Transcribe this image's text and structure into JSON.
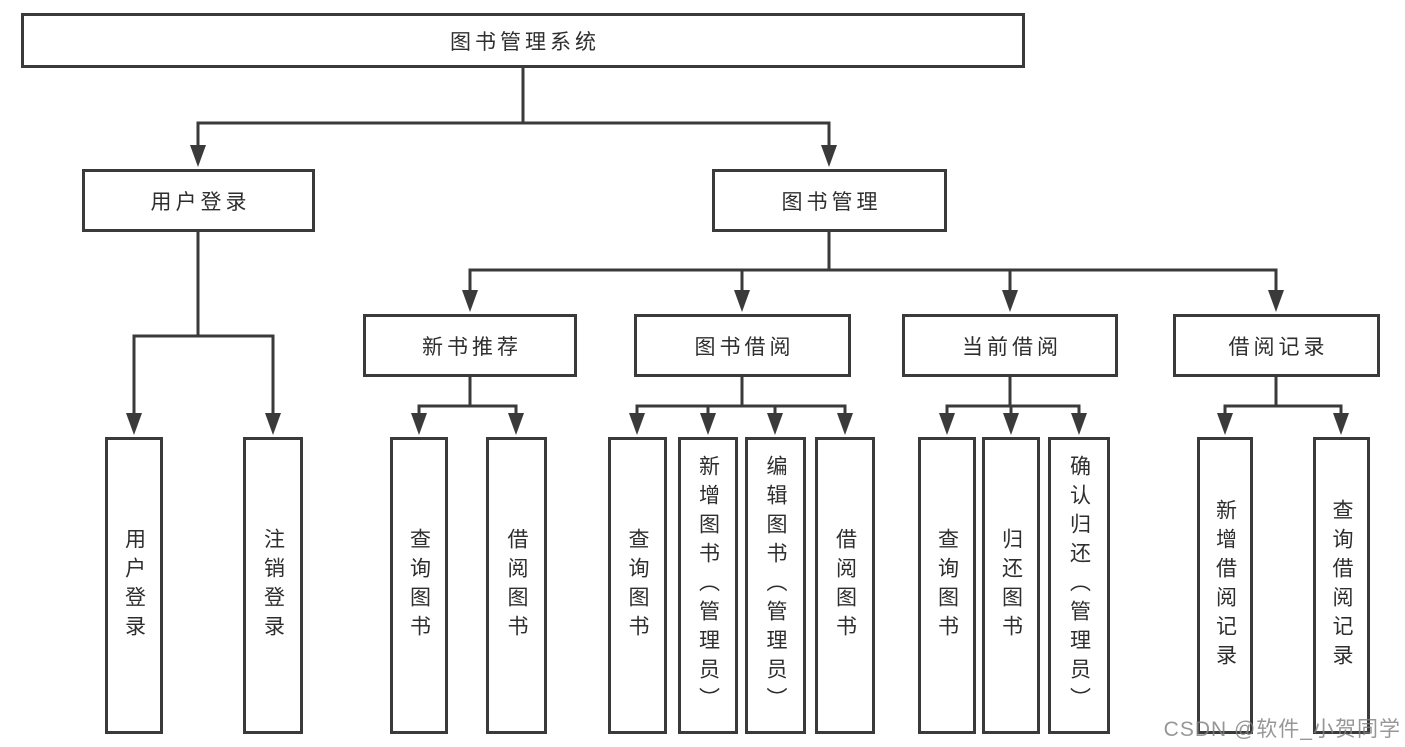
{
  "diagram_type": "hierarchy-tree",
  "colors": {
    "line": "#3a3a3a",
    "text": "#2e2e2e",
    "watermark": "#808080"
  },
  "tree": {
    "label": "图书管理系统",
    "children": [
      {
        "label": "用户登录",
        "children": [
          {
            "label": "用户登录"
          },
          {
            "label": "注销登录"
          }
        ]
      },
      {
        "label": "图书管理",
        "children": [
          {
            "label": "新书推荐",
            "children": [
              {
                "label": "查询图书"
              },
              {
                "label": "借阅图书"
              }
            ]
          },
          {
            "label": "图书借阅",
            "children": [
              {
                "label": "查询图书"
              },
              {
                "label": "新增图书（管理员）"
              },
              {
                "label": "编辑图书（管理员）"
              },
              {
                "label": "借阅图书"
              }
            ]
          },
          {
            "label": "当前借阅",
            "children": [
              {
                "label": "查询图书"
              },
              {
                "label": "归还图书"
              },
              {
                "label": "确认归还（管理员）"
              }
            ]
          },
          {
            "label": "借阅记录",
            "children": [
              {
                "label": "新增借阅记录"
              },
              {
                "label": "查询借阅记录"
              }
            ]
          }
        ]
      }
    ]
  },
  "watermark": "CSDN @软件_小贺同学"
}
